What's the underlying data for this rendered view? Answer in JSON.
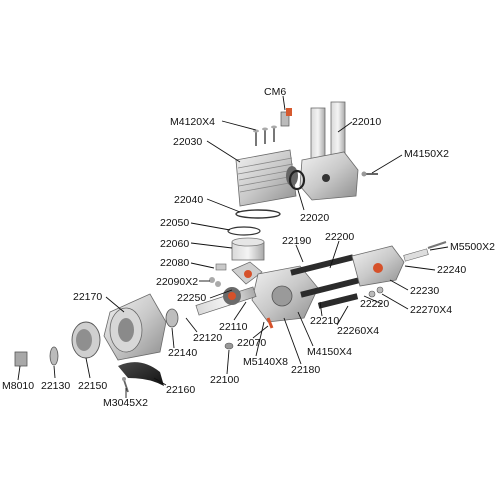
{
  "diagram": {
    "parts": [
      {
        "key": "cm6",
        "label": "CM6"
      },
      {
        "key": "m4120",
        "label": "M4120X4"
      },
      {
        "key": "p22010",
        "label": "22010"
      },
      {
        "key": "p22030",
        "label": "22030"
      },
      {
        "key": "m4150a",
        "label": "M4150X2"
      },
      {
        "key": "p22040",
        "label": "22040"
      },
      {
        "key": "p22020",
        "label": "22020"
      },
      {
        "key": "p22050",
        "label": "22050"
      },
      {
        "key": "p22060",
        "label": "22060"
      },
      {
        "key": "p22190",
        "label": "22190"
      },
      {
        "key": "p22200",
        "label": "22200"
      },
      {
        "key": "m5500",
        "label": "M5500X2"
      },
      {
        "key": "p22080",
        "label": "22080"
      },
      {
        "key": "p22240",
        "label": "22240"
      },
      {
        "key": "p22090",
        "label": "22090X2"
      },
      {
        "key": "p22250",
        "label": "22250"
      },
      {
        "key": "p22230",
        "label": "22230"
      },
      {
        "key": "p22170",
        "label": "22170"
      },
      {
        "key": "p22220",
        "label": "22220"
      },
      {
        "key": "p22270",
        "label": "22270X4"
      },
      {
        "key": "p22210",
        "label": "22210"
      },
      {
        "key": "p22110",
        "label": "22110"
      },
      {
        "key": "p22260",
        "label": "22260X4"
      },
      {
        "key": "p22120",
        "label": "22120"
      },
      {
        "key": "p22070",
        "label": "22070"
      },
      {
        "key": "p22140",
        "label": "22140"
      },
      {
        "key": "m4150b",
        "label": "M4150X4"
      },
      {
        "key": "m5140",
        "label": "M5140X8"
      },
      {
        "key": "p22180",
        "label": "22180"
      },
      {
        "key": "p22100",
        "label": "22100"
      },
      {
        "key": "m8010",
        "label": "M8010"
      },
      {
        "key": "p22130",
        "label": "22130"
      },
      {
        "key": "p22150",
        "label": "22150"
      },
      {
        "key": "p22160",
        "label": "22160"
      },
      {
        "key": "m3045",
        "label": "M3045X2"
      }
    ]
  }
}
